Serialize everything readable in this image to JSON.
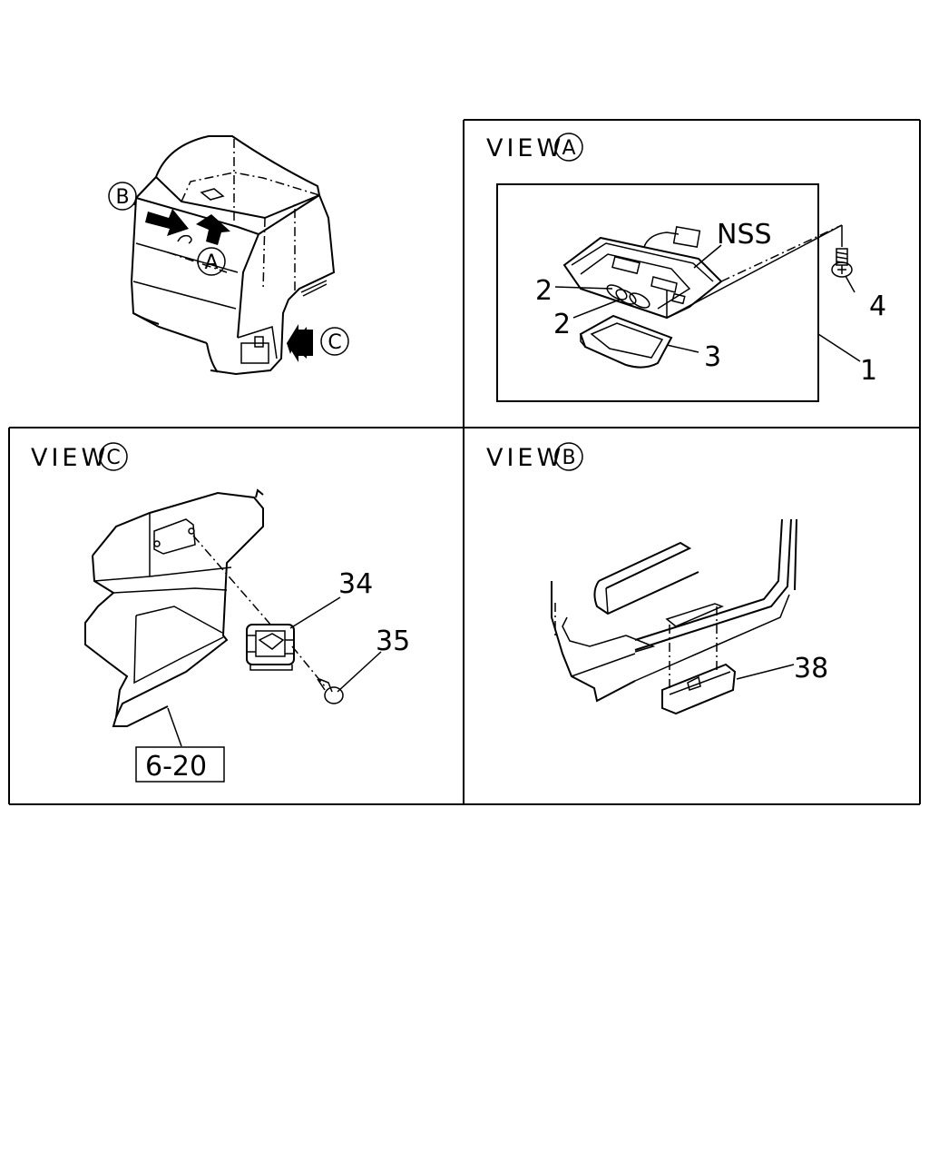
{
  "overview": {
    "callouts": {
      "a": "A",
      "b": "B",
      "c": "C"
    }
  },
  "view_a": {
    "title_word": "VIEW",
    "title_letter": "A",
    "labels": {
      "nss": "NSS",
      "p2a": "2",
      "p2b": "2",
      "p3": "3",
      "p4": "4",
      "p1": "1"
    }
  },
  "view_c": {
    "title_word": "VIEW",
    "title_letter": "C",
    "labels": {
      "p34": "34",
      "p35": "35",
      "ref": "6-20"
    }
  },
  "view_b": {
    "title_word": "VIEW",
    "title_letter": "B",
    "labels": {
      "p38": "38"
    }
  }
}
